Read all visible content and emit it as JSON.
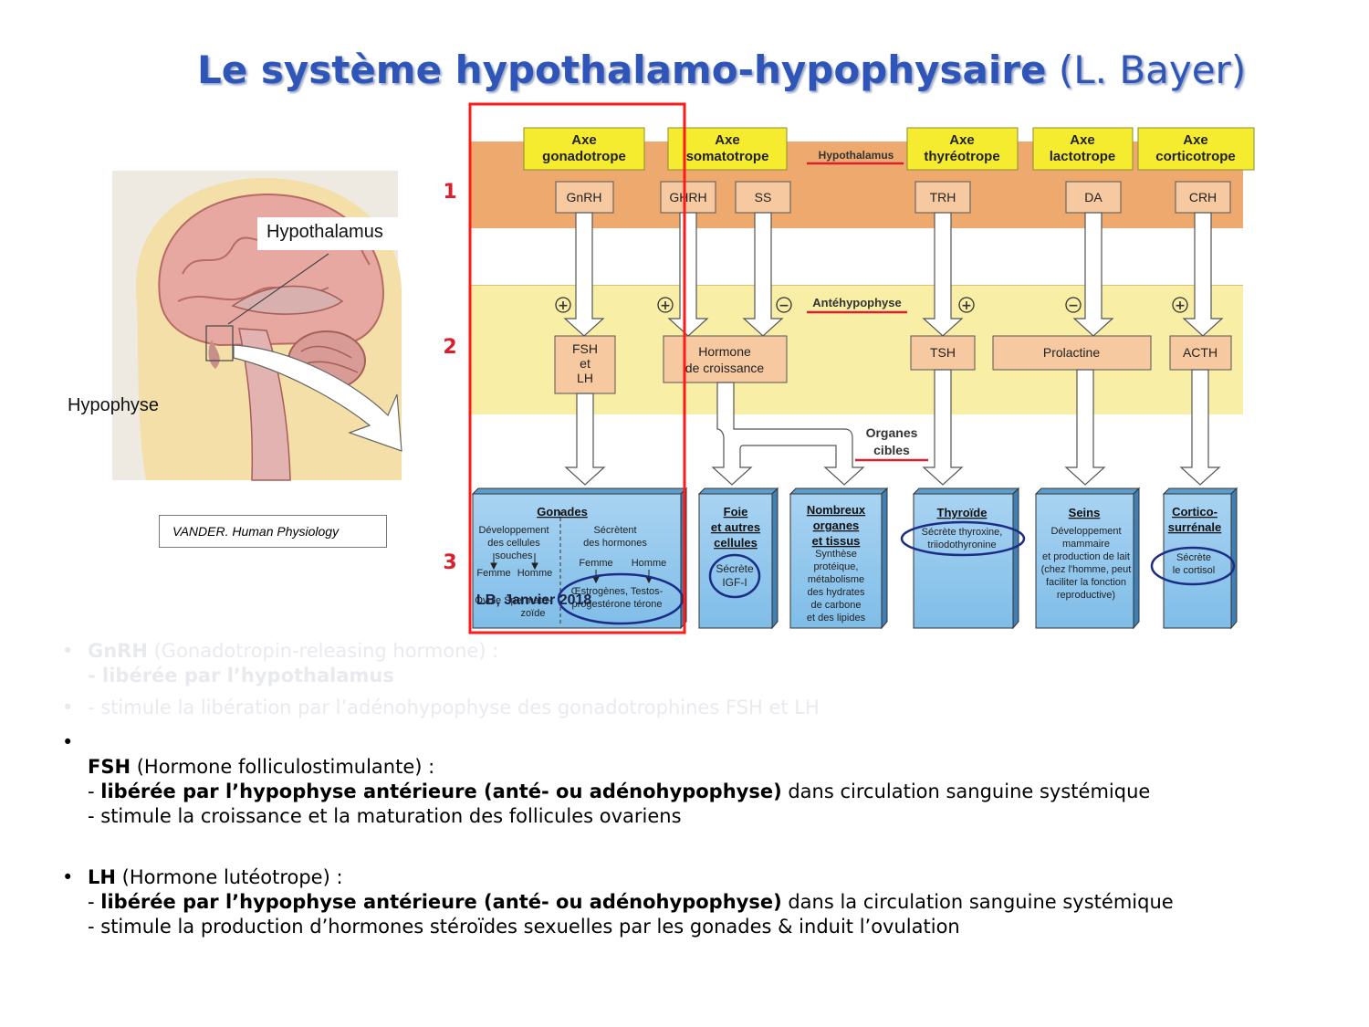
{
  "title": {
    "bold": "Le système hypothalamo-hypophysaire",
    "normal": "(L. Bayer)"
  },
  "brain": {
    "hypothalamus_label": "Hypothalamus",
    "hypophyse_label": "Hypophyse",
    "source": "VANDER. Human Physiology"
  },
  "diagram": {
    "row_numbers": [
      "1",
      "2",
      "3"
    ],
    "hypothalamus_label": "Hypothalamus",
    "antehypophyse_label": "Antéhypophyse",
    "organes_cibles": [
      "Organes",
      "cibles"
    ],
    "axes": [
      {
        "line1": "Axe",
        "line2": "gonadotrope"
      },
      {
        "line1": "Axe",
        "line2": "somatotrope"
      },
      {
        "line1": "Axe",
        "line2": "thyréotrope"
      },
      {
        "line1": "Axe",
        "line2": "lactotrope"
      },
      {
        "line1": "Axe",
        "line2": "corticotrope"
      }
    ],
    "releasing": [
      "GnRH",
      "GHRH",
      "SS",
      "TRH",
      "DA",
      "CRH"
    ],
    "signs": [
      "+",
      "+",
      "−",
      "+",
      "−",
      "+"
    ],
    "pituitary": {
      "fsh_lh": [
        "FSH",
        "et",
        "LH"
      ],
      "gh": [
        "Hormone",
        "de croissance"
      ],
      "tsh": "TSH",
      "prolactine": "Prolactine",
      "acth": "ACTH"
    },
    "gonades": {
      "title": "Gonades",
      "left": [
        "Développement",
        "des cellules",
        "souches"
      ],
      "right": [
        "Sécrètent",
        "des hormones"
      ],
      "femme": "Femme",
      "homme": "Homme",
      "left2": [
        "Ovule  Spermato-",
        "zoïde"
      ],
      "hormones": [
        "Œstrogènes, Testos-",
        "progestérone  térone"
      ],
      "watermark": "LB, Janvier 2018"
    },
    "foie": {
      "title": [
        "Foie",
        "et autres",
        "cellules"
      ],
      "body": [
        "Sécrète",
        "IGF-I"
      ]
    },
    "nombreux": {
      "title": [
        "Nombreux",
        "organes",
        "et tissus"
      ],
      "body": [
        "Synthèse",
        "protéique,",
        "métabolisme",
        "des hydrates",
        "de carbone",
        "et des lipides"
      ]
    },
    "thyroide": {
      "title": "Thyroïde",
      "body": [
        "Sécrète thyroxine,",
        "triiodothyronine"
      ]
    },
    "seins": {
      "title": "Seins",
      "body": [
        "Développement",
        "mammaire",
        "et production de lait",
        "(chez l'homme, peut",
        "faciliter la fonction",
        "reproductive)"
      ]
    },
    "cortico": {
      "title": [
        "Cortico-",
        "surrénale"
      ],
      "body": [
        "Sécrète",
        "le cortisol"
      ]
    }
  },
  "bullets": {
    "b1": {
      "bold": "GnRH",
      "rest": " (Gonadotropin-releasing hormone) :",
      "line2_bold": "- libérée par l’hypothalamus"
    },
    "b2": "- stimule la libération par l’adénohypophyse des gonadotrophines FSH et LH",
    "fsh": {
      "bold": "FSH",
      "rest": " (Hormone folliculostimulante) :",
      "l2_prefix": "- ",
      "l2_bold": "libérée par l’hypophyse antérieure (anté- ou adénohypophyse)",
      "l2_rest": " dans circulation sanguine systémique",
      "l3": "- stimule la croissance et la maturation des follicules ovariens"
    },
    "lh": {
      "bold": "LH",
      "rest": " (Hormone lutéotrope) :",
      "l2_prefix": "- ",
      "l2_bold": "libérée par l’hypophyse antérieure (anté- ou adénohypophyse)",
      "l2_rest": " dans la circulation sanguine systémique",
      "l3": "- stimule la production d’hormones stéroïdes sexuelles par les gonades & induit l’ovulation"
    }
  }
}
